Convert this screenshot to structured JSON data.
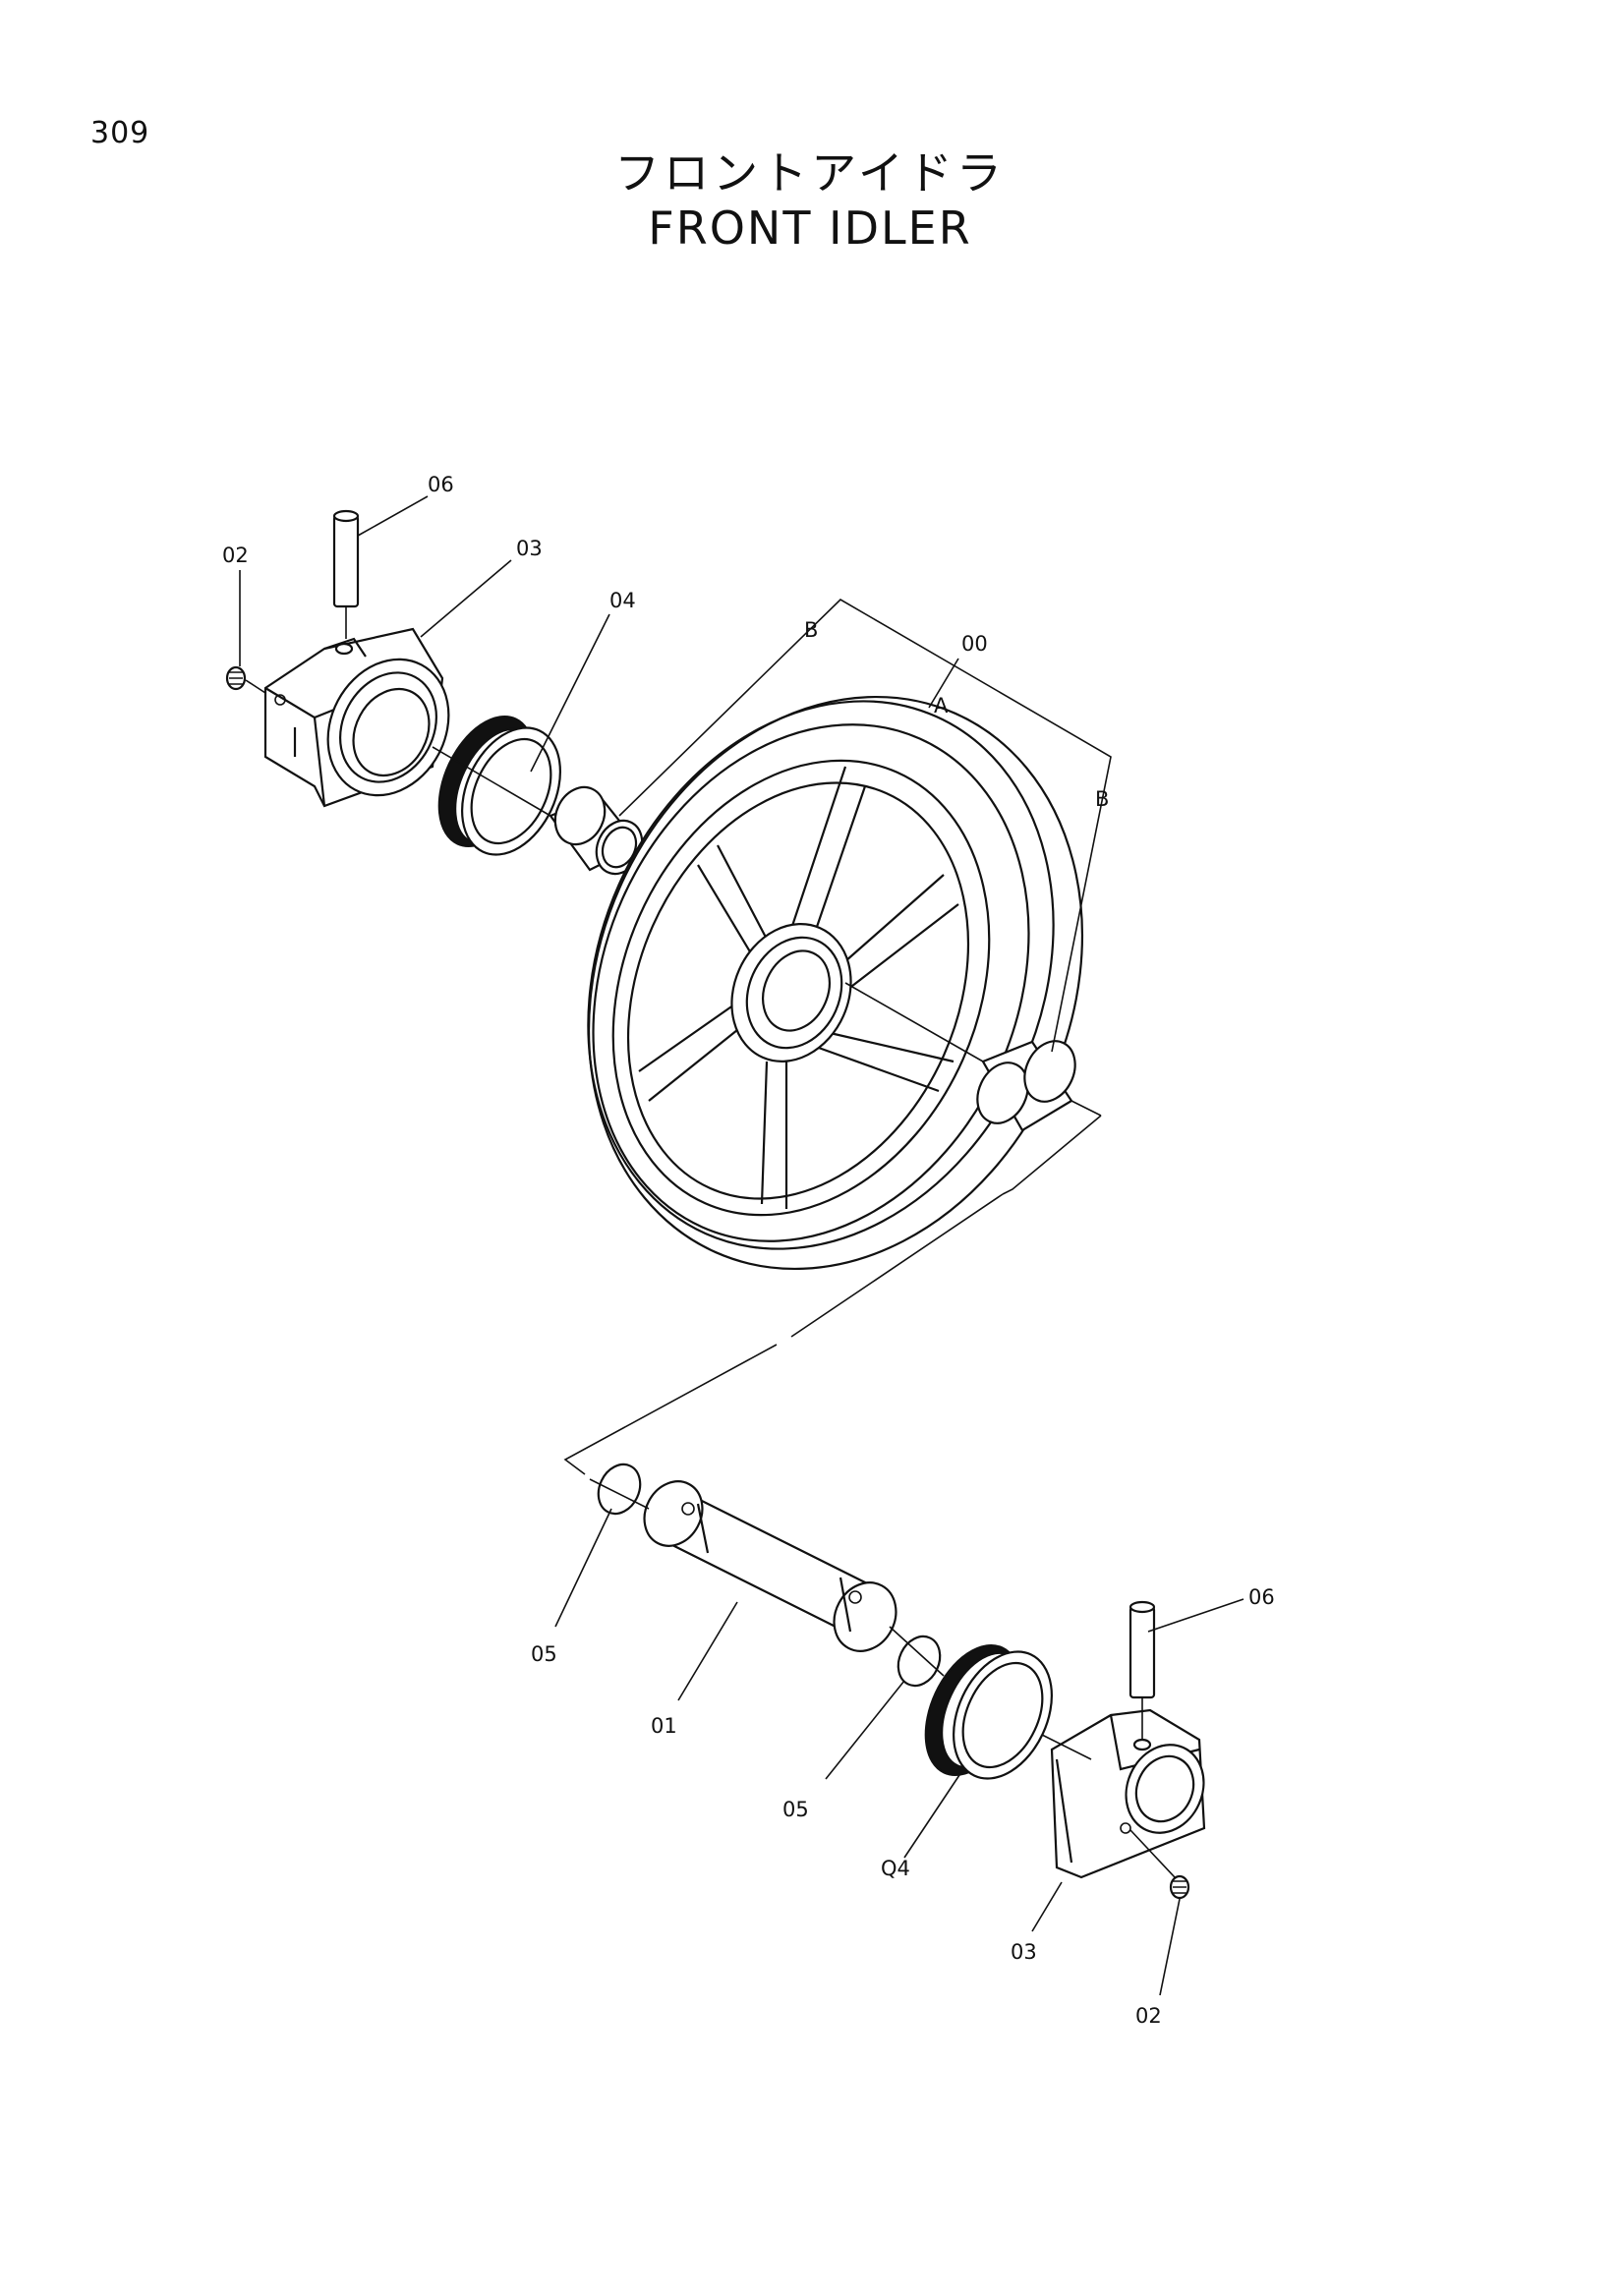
{
  "page_number": "309",
  "title_jp": "フロントアイドラ",
  "title_en": "FRONT IDLER",
  "callouts": {
    "upper_06": "06",
    "upper_02": "02",
    "upper_03": "03",
    "upper_04": "04",
    "group_b_top": "B",
    "assembly_00": "00",
    "assembly_a": "A",
    "group_b_right": "B",
    "lower_06": "06",
    "lower_05_left": "05",
    "lower_01": "01",
    "lower_05_mid": "05",
    "lower_04": "Q4",
    "lower_03": "03",
    "lower_02": "02"
  }
}
